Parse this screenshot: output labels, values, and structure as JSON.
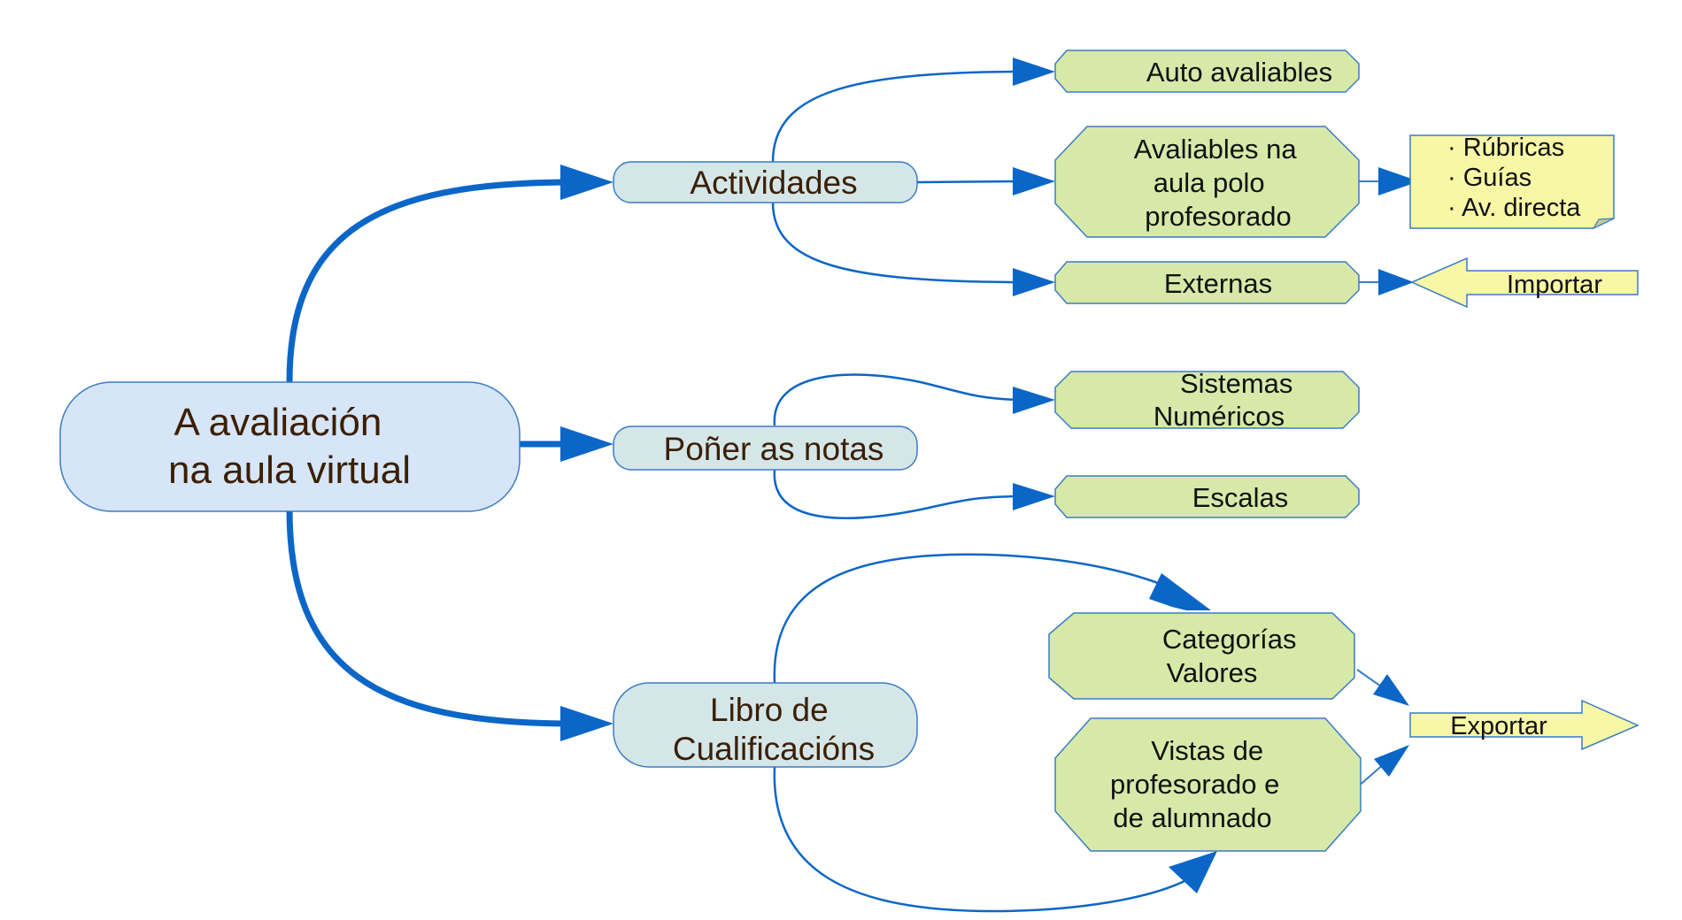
{
  "colors": {
    "root_fill": "#d6e6f8",
    "branch_fill": "#d5e6e8",
    "leaf_fill": "#d7e9a8",
    "note_fill": "#f7f7a6",
    "stroke": "#3a7cc6",
    "connector": "#0b66c8",
    "root_text": "#3b1f06",
    "leaf_text": "#111111"
  },
  "root": {
    "lines": [
      "A avaliación",
      "na aula virtual"
    ]
  },
  "branches": {
    "actividades": {
      "lines": [
        "Actividades"
      ]
    },
    "notas": {
      "lines": [
        "Poñer as notas"
      ]
    },
    "libro": {
      "lines": [
        "Libro de",
        "Cualificacións"
      ]
    }
  },
  "leaves": {
    "auto": {
      "lines": [
        "Auto avaliables"
      ]
    },
    "avaliables": {
      "lines": [
        "Avaliables na",
        "aula polo",
        "profesorado"
      ]
    },
    "externas": {
      "lines": [
        "Externas"
      ]
    },
    "sistemas": {
      "lines": [
        "Sistemas",
        "Numéricos"
      ]
    },
    "escalas": {
      "lines": [
        "Escalas"
      ]
    },
    "categorias": {
      "lines": [
        "Categorías",
        "Valores"
      ]
    },
    "vistas": {
      "lines": [
        "Vistas de",
        "profesorado e",
        "de alumnado"
      ]
    }
  },
  "note": {
    "lines": [
      "· Rúbricas",
      "· Guías",
      "· Av. directa"
    ]
  },
  "callouts": {
    "importar": {
      "label": "Importar",
      "direction": "left"
    },
    "exportar": {
      "label": "Exportar",
      "direction": "right"
    }
  }
}
